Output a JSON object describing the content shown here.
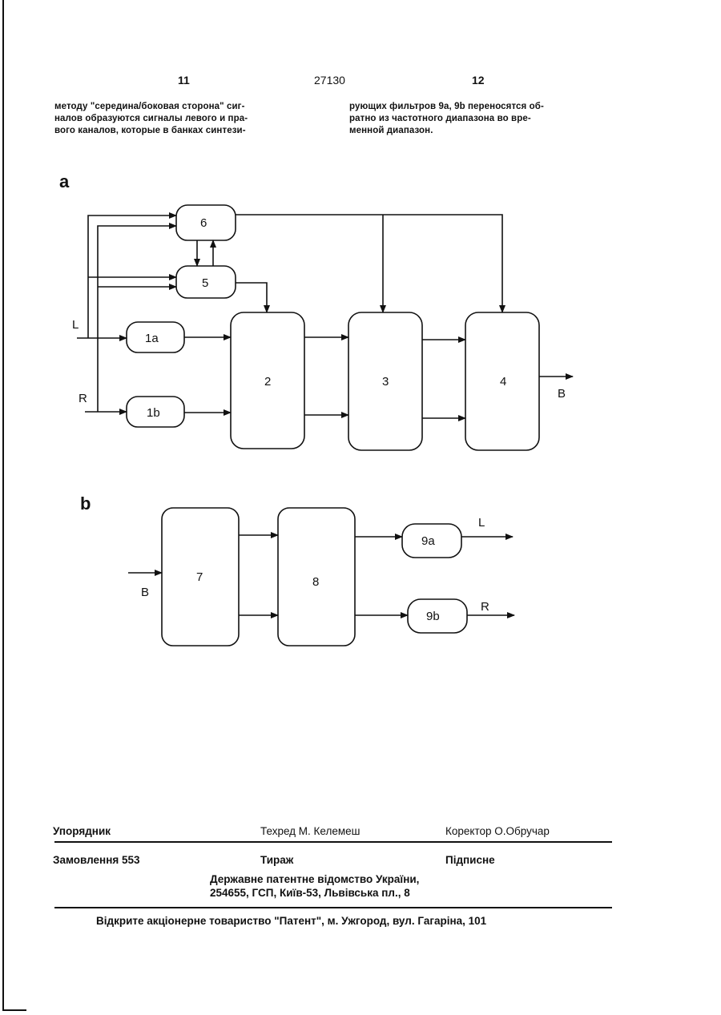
{
  "header": {
    "page_left": "11",
    "patent_number": "27130",
    "page_right": "12"
  },
  "text_left": [
    "методу \"середина/боковая сторона\" сиг-",
    "налов образуются сигналы левого и пра-",
    "вого каналов, которые в банках синтези-"
  ],
  "text_right": [
    "рующих фильтров 9a, 9b переносятся об-",
    "ратно из частотного диапазона во вре-",
    "менной диапазон."
  ],
  "figure_a": {
    "label": "a",
    "inputs": {
      "left": "L",
      "right": "R"
    },
    "output": "B",
    "blocks": {
      "b6": "6",
      "b5": "5",
      "b1a": "1a",
      "b1b": "1b",
      "b2": "2",
      "b3": "3",
      "b4": "4"
    }
  },
  "figure_b": {
    "label": "b",
    "input": "B",
    "outputs": {
      "left": "L",
      "right": "R"
    },
    "blocks": {
      "b7": "7",
      "b8": "8",
      "b9a": "9a",
      "b9b": "9b"
    }
  },
  "footer": {
    "compiler": "Упорядник",
    "techred": "Техред М. Келемеш",
    "corrector": "Коректор О.Обручар",
    "order": "Замовлення 553",
    "circulation": "Тираж",
    "subscription": "Підписне",
    "office_line1": "Державне патентне відомство України,",
    "office_line2": "254655, ГСП, Київ-53, Львівська пл., 8",
    "publisher": "Відкрите акціонерне товариство \"Патент\", м. Ужгород, вул. Гагаріна, 101"
  }
}
